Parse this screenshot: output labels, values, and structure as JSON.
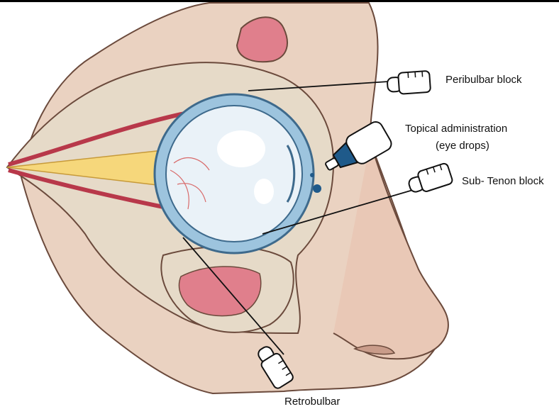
{
  "labels": {
    "peribulbar": "Peribulbar block",
    "topical_line1": "Topical administration",
    "topical_line2": "(eye drops)",
    "subtenon": "Sub- Tenon block",
    "retrobulbar": "Retrobulbar"
  },
  "colors": {
    "skin": "#ead2c1",
    "bone": "#e8dccb",
    "sinus": "#e07f8c",
    "globe_ring": "#9dc4de",
    "globe_fill": "#eaf2f8",
    "nerve": "#f6d77b",
    "muscle": "#b8384a",
    "drop": "#1f5a8a"
  },
  "icons": [
    "syringe-icon",
    "eye-drop-bottle-icon"
  ]
}
